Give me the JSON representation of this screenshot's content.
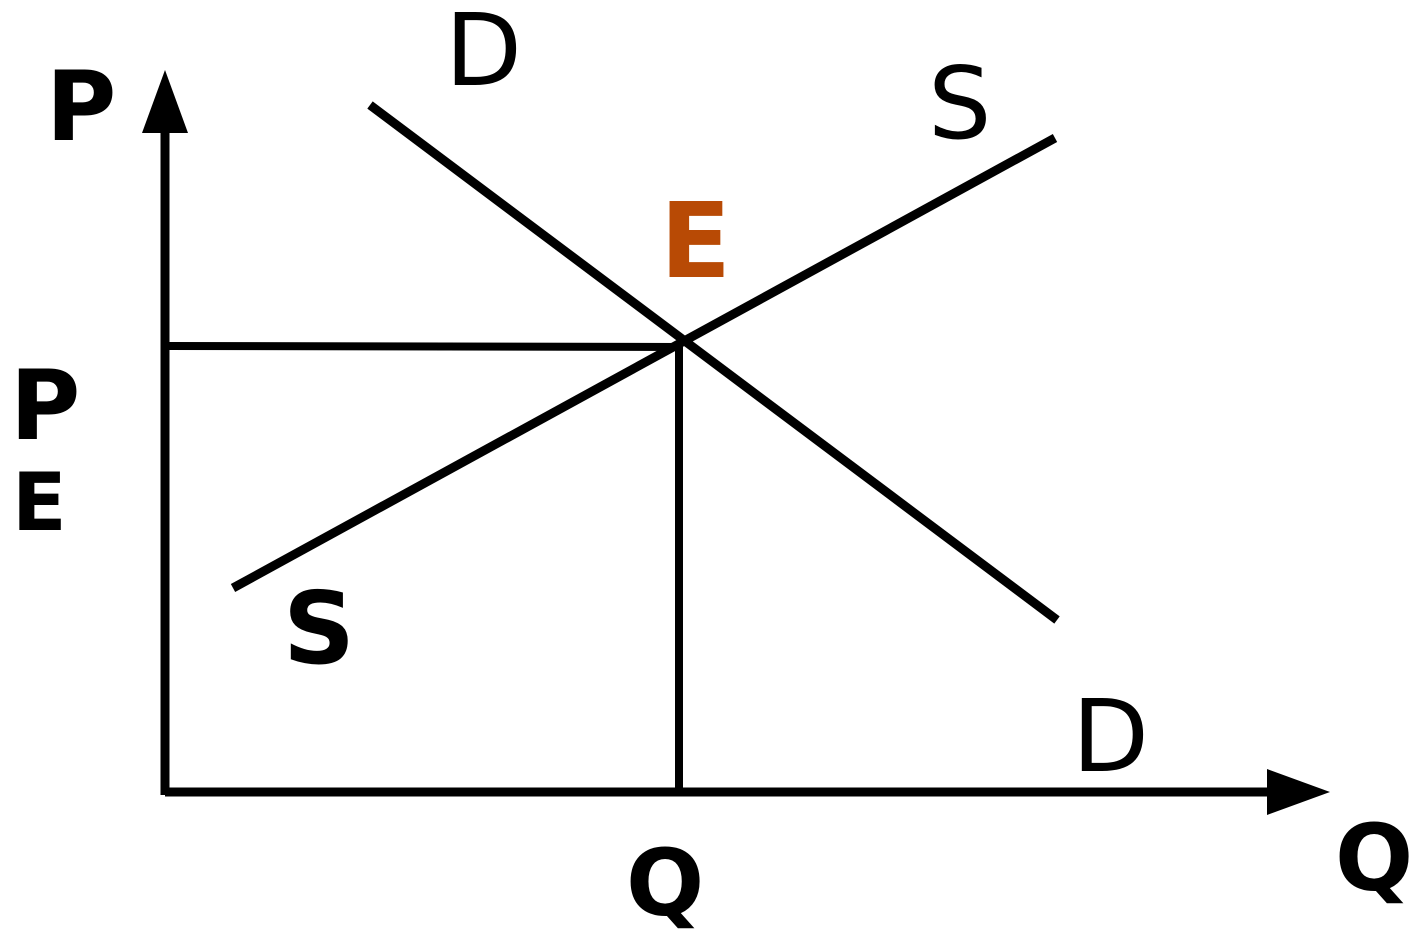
{
  "diagram": {
    "axis_y_label": "P",
    "axis_x_label": "Q",
    "demand_label": "D",
    "supply_label": "S",
    "equilibrium_label": "E",
    "price_tick_main": "P",
    "price_tick_sub": "E",
    "quantity_tick": "Q",
    "colors": {
      "lines": "#000000",
      "equilibrium_label": "#b84a05"
    }
  }
}
